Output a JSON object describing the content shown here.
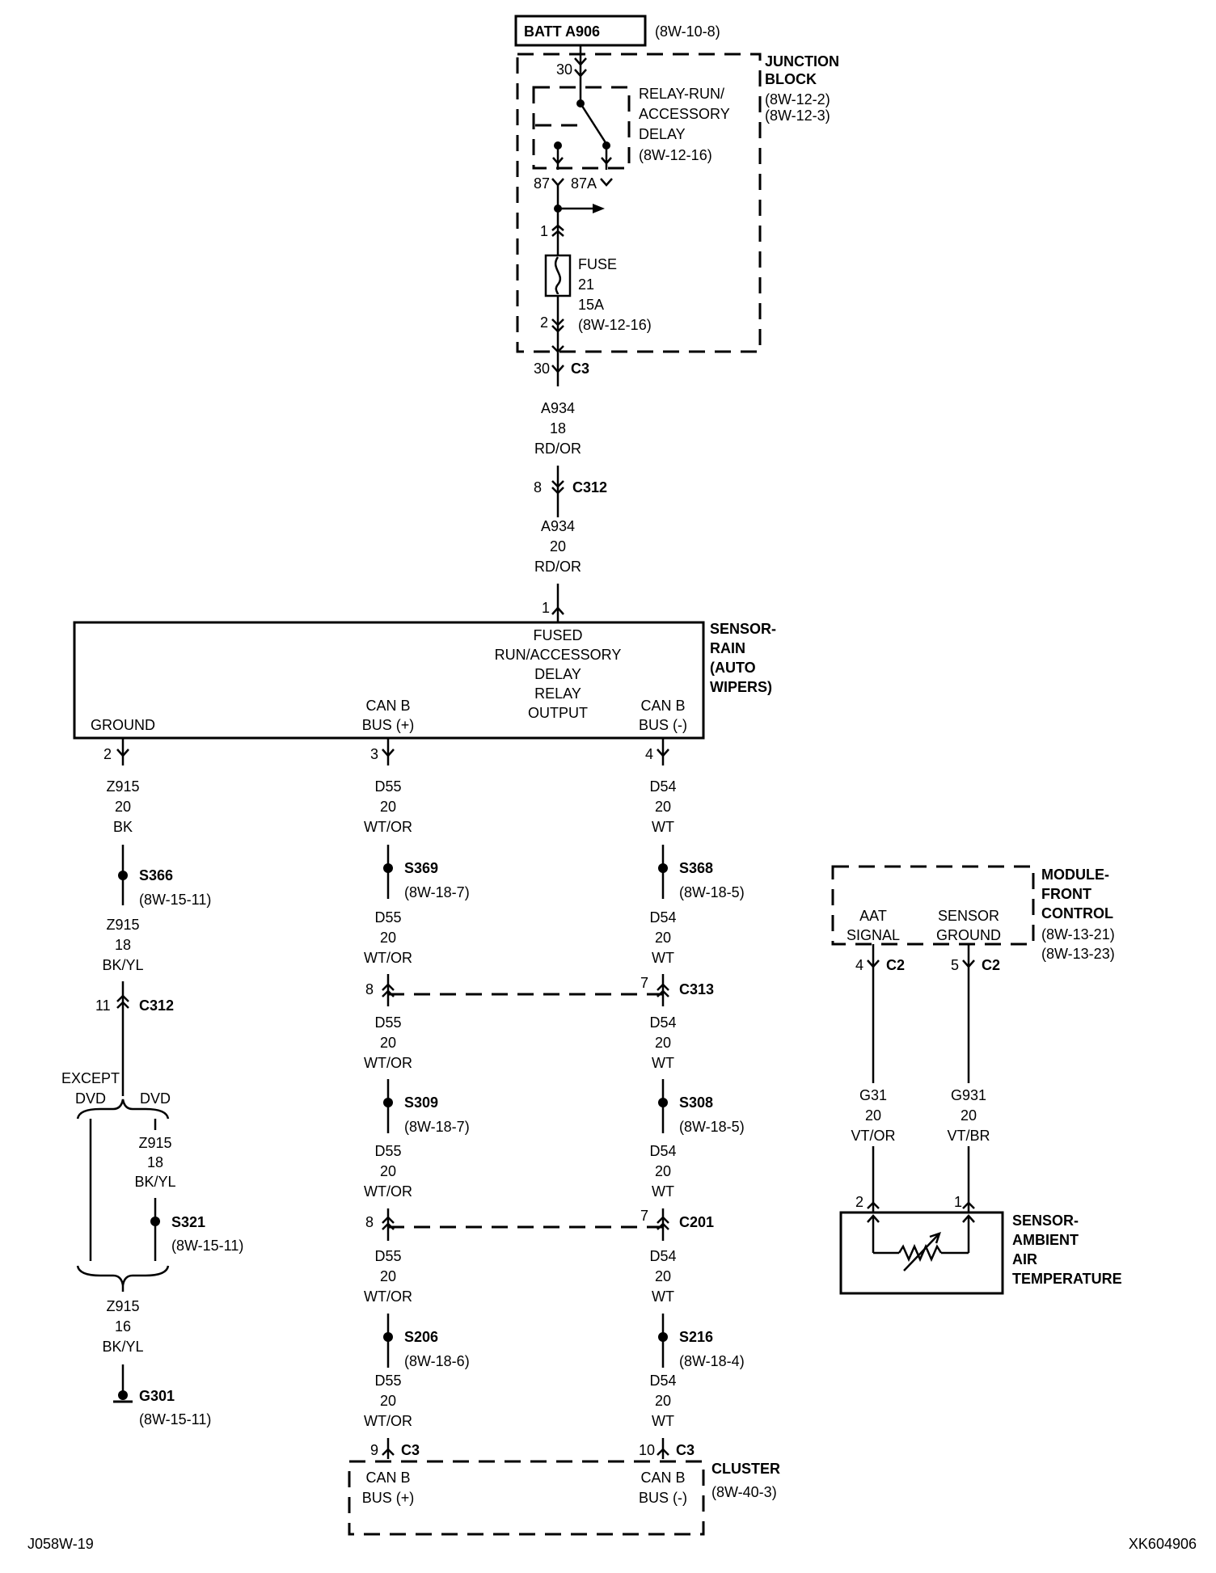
{
  "battery": {
    "label": "BATT A906",
    "ref": "(8W-10-8)"
  },
  "junction_block": {
    "title1": "JUNCTION",
    "title2": "BLOCK",
    "ref1": "(8W-12-2)",
    "ref2": "(8W-12-3)"
  },
  "relay": {
    "line1": "RELAY-RUN/",
    "line2": "ACCESSORY",
    "line3": "DELAY",
    "ref": "(8W-12-16)",
    "pin_30": "30",
    "pin_87": "87",
    "pin_87a": "87A"
  },
  "fuse": {
    "label": "FUSE",
    "number": "21",
    "rating": "15A",
    "ref": "(8W-12-16)",
    "pin_in": "1",
    "pin_out": "2"
  },
  "conn_c3_top": {
    "pin": "30",
    "name": "C3"
  },
  "wire_a934_18": {
    "circuit": "A934",
    "gauge": "18",
    "color": "RD/OR"
  },
  "conn_c312_top": {
    "pin": "8",
    "name": "C312"
  },
  "wire_a934_20": {
    "circuit": "A934",
    "gauge": "20",
    "color": "RD/OR"
  },
  "rain_sensor": {
    "title": [
      "SENSOR-",
      "RAIN",
      "(AUTO",
      "WIPERS)"
    ],
    "pin_power": "1",
    "power_label": [
      "FUSED",
      "RUN/ACCESSORY",
      "DELAY",
      "RELAY",
      "OUTPUT"
    ],
    "ground_label": "GROUND",
    "canp_label": [
      "CAN B",
      "BUS (+)"
    ],
    "canm_label": [
      "CAN B",
      "BUS (-)"
    ],
    "pin_ground": "2",
    "pin_canp": "3",
    "pin_canm": "4"
  },
  "ground_branch": {
    "w1": {
      "circuit": "Z915",
      "gauge": "20",
      "color": "BK"
    },
    "s366": {
      "name": "S366",
      "ref": "(8W-15-11)"
    },
    "w2": {
      "circuit": "Z915",
      "gauge": "18",
      "color": "BK/YL"
    },
    "c312": {
      "pin": "11",
      "name": "C312"
    },
    "except": "EXCEPT",
    "dvd1": "DVD",
    "dvd2": "DVD",
    "w3": {
      "circuit": "Z915",
      "gauge": "18",
      "color": "BK/YL"
    },
    "s321": {
      "name": "S321",
      "ref": "(8W-15-11)"
    },
    "w4": {
      "circuit": "Z915",
      "gauge": "16",
      "color": "BK/YL"
    },
    "g301": {
      "name": "G301",
      "ref": "(8W-15-11)"
    }
  },
  "canp_branch": {
    "w1": {
      "circuit": "D55",
      "gauge": "20",
      "color": "WT/OR"
    },
    "s369": {
      "name": "S369",
      "ref": "(8W-18-7)"
    },
    "w2": {
      "circuit": "D55",
      "gauge": "20",
      "color": "WT/OR"
    },
    "c313_pin": "8",
    "w3": {
      "circuit": "D55",
      "gauge": "20",
      "color": "WT/OR"
    },
    "s309": {
      "name": "S309",
      "ref": "(8W-18-7)"
    },
    "w4": {
      "circuit": "D55",
      "gauge": "20",
      "color": "WT/OR"
    },
    "c201_pin": "8",
    "w5": {
      "circuit": "D55",
      "gauge": "20",
      "color": "WT/OR"
    },
    "s206": {
      "name": "S206",
      "ref": "(8W-18-6)"
    },
    "w6": {
      "circuit": "D55",
      "gauge": "20",
      "color": "WT/OR"
    },
    "c3": {
      "pin": "9",
      "name": "C3"
    }
  },
  "canm_branch": {
    "w1": {
      "circuit": "D54",
      "gauge": "20",
      "color": "WT"
    },
    "s368": {
      "name": "S368",
      "ref": "(8W-18-5)"
    },
    "w2": {
      "circuit": "D54",
      "gauge": "20",
      "color": "WT"
    },
    "c313": {
      "pin": "7",
      "name": "C313"
    },
    "w3": {
      "circuit": "D54",
      "gauge": "20",
      "color": "WT"
    },
    "s308": {
      "name": "S308",
      "ref": "(8W-18-5)"
    },
    "w4": {
      "circuit": "D54",
      "gauge": "20",
      "color": "WT"
    },
    "c201": {
      "pin": "7",
      "name": "C201"
    },
    "w5": {
      "circuit": "D54",
      "gauge": "20",
      "color": "WT"
    },
    "s216": {
      "name": "S216",
      "ref": "(8W-18-4)"
    },
    "w6": {
      "circuit": "D54",
      "gauge": "20",
      "color": "WT"
    },
    "c3": {
      "pin": "10",
      "name": "C3"
    }
  },
  "cluster": {
    "title": "CLUSTER",
    "ref": "(8W-40-3)",
    "canp": [
      "CAN B",
      "BUS (+)"
    ],
    "canm": [
      "CAN B",
      "BUS (-)"
    ]
  },
  "front_control": {
    "title": [
      "MODULE-",
      "FRONT",
      "CONTROL"
    ],
    "ref1": "(8W-13-21)",
    "ref2": "(8W-13-23)",
    "aat": [
      "AAT",
      "SIGNAL"
    ],
    "sgnd": [
      "SENSOR",
      "GROUND"
    ],
    "pin_aat": "4",
    "pin_sgnd": "5",
    "conn": "C2"
  },
  "wire_g31": {
    "circuit": "G31",
    "gauge": "20",
    "color": "VT/OR"
  },
  "wire_g931": {
    "circuit": "G931",
    "gauge": "20",
    "color": "VT/BR"
  },
  "ambient_sensor": {
    "title": [
      "SENSOR-",
      "AMBIENT",
      "AIR",
      "TEMPERATURE"
    ],
    "pin_sig": "2",
    "pin_gnd": "1"
  },
  "footer": {
    "left": "J058W-19",
    "right": "XK604906"
  }
}
